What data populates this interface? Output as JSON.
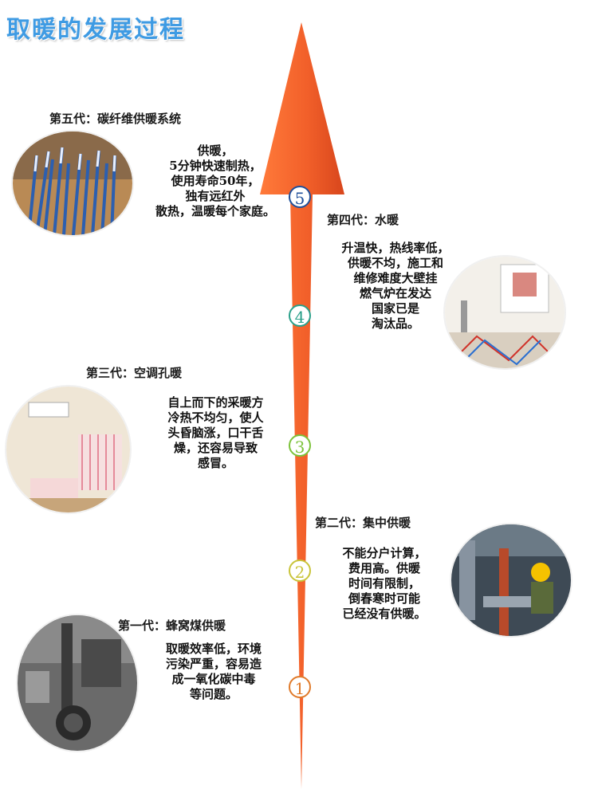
{
  "title": "取暖的发展过程",
  "colors": {
    "title": "#3f9be3",
    "arrow": "#f2602a",
    "arrow_dark": "#c8401a"
  },
  "generations": [
    {
      "title": "第一代：蜂窝煤供暖",
      "description": [
        "取暖效率低，环境",
        "污染严重，容易造",
        "成一氧化碳中毒",
        "等问题。"
      ],
      "marker": "1",
      "marker_color": "#e07a2a",
      "photo": "coal-stove-photo"
    },
    {
      "title": "第二代：集中供暖",
      "description": [
        "不能分户计算，",
        "费用高。供暖",
        "时间有限制，",
        "倒春寒时可能",
        "已经没有供暖。"
      ],
      "marker": "2",
      "marker_color": "#c9c43a",
      "photo": "central-heating-worker-photo"
    },
    {
      "title": "第三代：空调孔暖",
      "description": [
        "自上而下的采暖方",
        "冷热不均匀，使人",
        "头昏脑涨，口干舌",
        "燥，还容易导致",
        "感冒。"
      ],
      "marker": "3",
      "marker_color": "#7cc23a",
      "photo": "air-conditioner-room-photo"
    },
    {
      "title": "第四代：水暖",
      "description": [
        "升温快，热线率低，",
        "供暖不均，施工和",
        "维修难度大壁挂",
        "燃气炉在发达",
        "国家已是",
        "淘汰品。"
      ],
      "marker": "4",
      "marker_color": "#2aa08a",
      "photo": "water-heating-boiler-photo"
    },
    {
      "title": "第五代：碳纤维供暖系统",
      "description": [
        "供暖，",
        "5分钟快速制热，",
        "使用寿命50年，",
        "独有远红外",
        "散热，温暖每个家庭。"
      ],
      "marker": "5",
      "marker_color": "#1f4f9a",
      "photo": "carbon-fiber-cables-photo"
    }
  ]
}
